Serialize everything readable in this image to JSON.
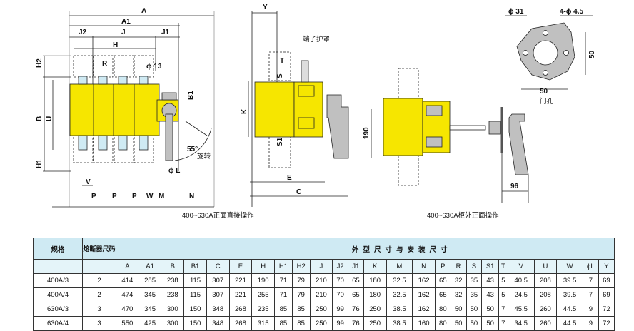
{
  "drawing": {
    "front_view": {
      "labels": {
        "A": "A",
        "A1": "A1",
        "J2": "J2",
        "J": "J",
        "J1": "J1",
        "H": "H",
        "R": "R",
        "phi13": "ϕ 13",
        "H2": "H2",
        "B1": "B1",
        "B": "B",
        "U": "U",
        "H1": "H1",
        "V": "V",
        "P": "P",
        "W": "W",
        "M": "M",
        "N": "N",
        "L": "ϕ L",
        "angle": "55°",
        "rotate": "旋转"
      },
      "caption": "400~630A正面直接操作"
    },
    "side_view": {
      "labels": {
        "Y": "Y",
        "T": "T",
        "S": "S",
        "S1": "S1",
        "K": "K",
        "E": "E",
        "C": "C",
        "terminal_cover": "端子护罩",
        "dim190": "190"
      }
    },
    "external_view": {
      "labels": {
        "dim96": "96"
      },
      "caption": "400~630A柜外正面操作"
    },
    "door_hole": {
      "labels": {
        "phi31": "ϕ 31",
        "holes": "4-ϕ 4.5",
        "width": "50",
        "height": "50",
        "name": "门孔"
      }
    },
    "colors": {
      "body": "#f6e600",
      "handle": "#c0c0c0",
      "terminal": "#cfeaf3"
    }
  },
  "table": {
    "col_spec": "规格",
    "col_fuse": "熔断器尺码",
    "group_title": "外型尺寸与安装尺寸",
    "dim_headers": [
      "A",
      "A1",
      "B",
      "B1",
      "C",
      "E",
      "H",
      "H1",
      "H2",
      "J",
      "J2",
      "J1",
      "K",
      "M",
      "N",
      "P",
      "R",
      "S",
      "S1",
      "T",
      "V",
      "U",
      "W",
      "ϕL",
      "Y"
    ],
    "rows": [
      {
        "spec": "400A/3",
        "fuse": "2",
        "values": [
          "414",
          "285",
          "238",
          "115",
          "307",
          "221",
          "190",
          "71",
          "79",
          "210",
          "70",
          "65",
          "180",
          "32.5",
          "162",
          "65",
          "32",
          "35",
          "43",
          "5",
          "40.5",
          "208",
          "39.5",
          "7",
          "69"
        ]
      },
      {
        "spec": "400A/4",
        "fuse": "2",
        "values": [
          "474",
          "345",
          "238",
          "115",
          "307",
          "221",
          "255",
          "71",
          "79",
          "210",
          "70",
          "65",
          "180",
          "32.5",
          "162",
          "65",
          "32",
          "35",
          "43",
          "5",
          "24.5",
          "208",
          "39.5",
          "7",
          "69"
        ]
      },
      {
        "spec": "630A/3",
        "fuse": "3",
        "values": [
          "470",
          "345",
          "300",
          "150",
          "348",
          "268",
          "235",
          "85",
          "85",
          "250",
          "99",
          "76",
          "250",
          "38.5",
          "162",
          "80",
          "50",
          "50",
          "50",
          "7",
          "45.5",
          "260",
          "44.5",
          "9",
          "72"
        ]
      },
      {
        "spec": "630A/4",
        "fuse": "3",
        "values": [
          "550",
          "425",
          "300",
          "150",
          "348",
          "268",
          "315",
          "85",
          "85",
          "250",
          "99",
          "76",
          "250",
          "38.5",
          "160",
          "80",
          "50",
          "50",
          "50",
          "7",
          "34.5",
          "260",
          "44.5",
          "9",
          "72"
        ]
      }
    ]
  }
}
